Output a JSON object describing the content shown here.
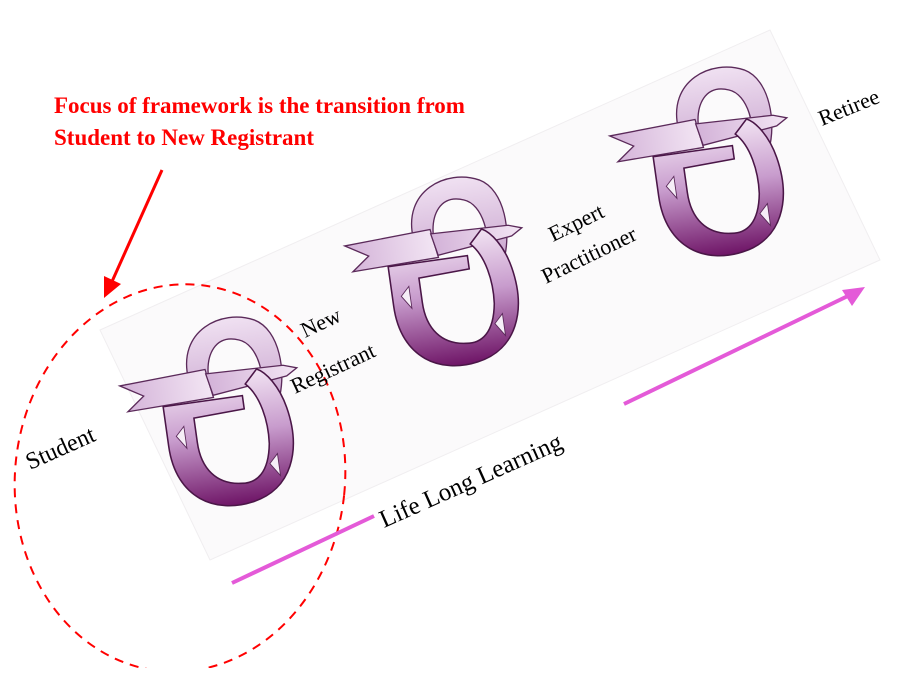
{
  "annotation": {
    "line1": "Focus of framework is the transition from",
    "line2": "Student to New Registrant",
    "color": "#ff0000"
  },
  "stages": {
    "student": "Student",
    "new_registrant_line1": "New",
    "new_registrant_line2": "Registrant",
    "expert_line1": "Expert",
    "expert_line2": "Practitioner",
    "retiree": "Retiree"
  },
  "arrow": {
    "label": "Life Long Learning",
    "color": "#e45ad8"
  },
  "icon": {
    "name": "spiral-growth-icon",
    "color_light": "#e8d3ec",
    "color_dark": "#7d1a72"
  }
}
